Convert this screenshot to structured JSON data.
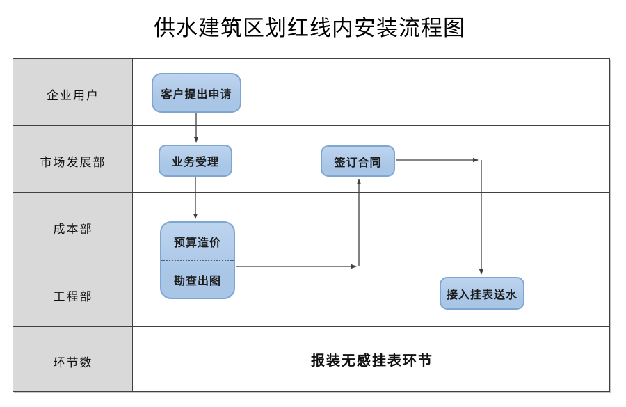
{
  "title": "供水建筑区划红线内安装流程图",
  "lanes": [
    {
      "label": "企业用户"
    },
    {
      "label": "市场发展部"
    },
    {
      "label": "成本部"
    },
    {
      "label": "工程部"
    },
    {
      "label": "环节数"
    }
  ],
  "nodes": {
    "apply": {
      "label": "客户提出申请"
    },
    "accept": {
      "label": "业务受理"
    },
    "contract": {
      "label": "签订合同"
    },
    "budget": {
      "label": "预算造价"
    },
    "survey": {
      "label": "勘查出图"
    },
    "connect": {
      "label": "接入挂表送水"
    }
  },
  "footer_note": "报装无感挂表环节",
  "colors": {
    "box_fill": "#a9c6e7",
    "box_border": "#7fa6d1",
    "lane_fill": "#d9d9d9",
    "table_border": "#404040",
    "arrow": "#3f3f3f"
  }
}
